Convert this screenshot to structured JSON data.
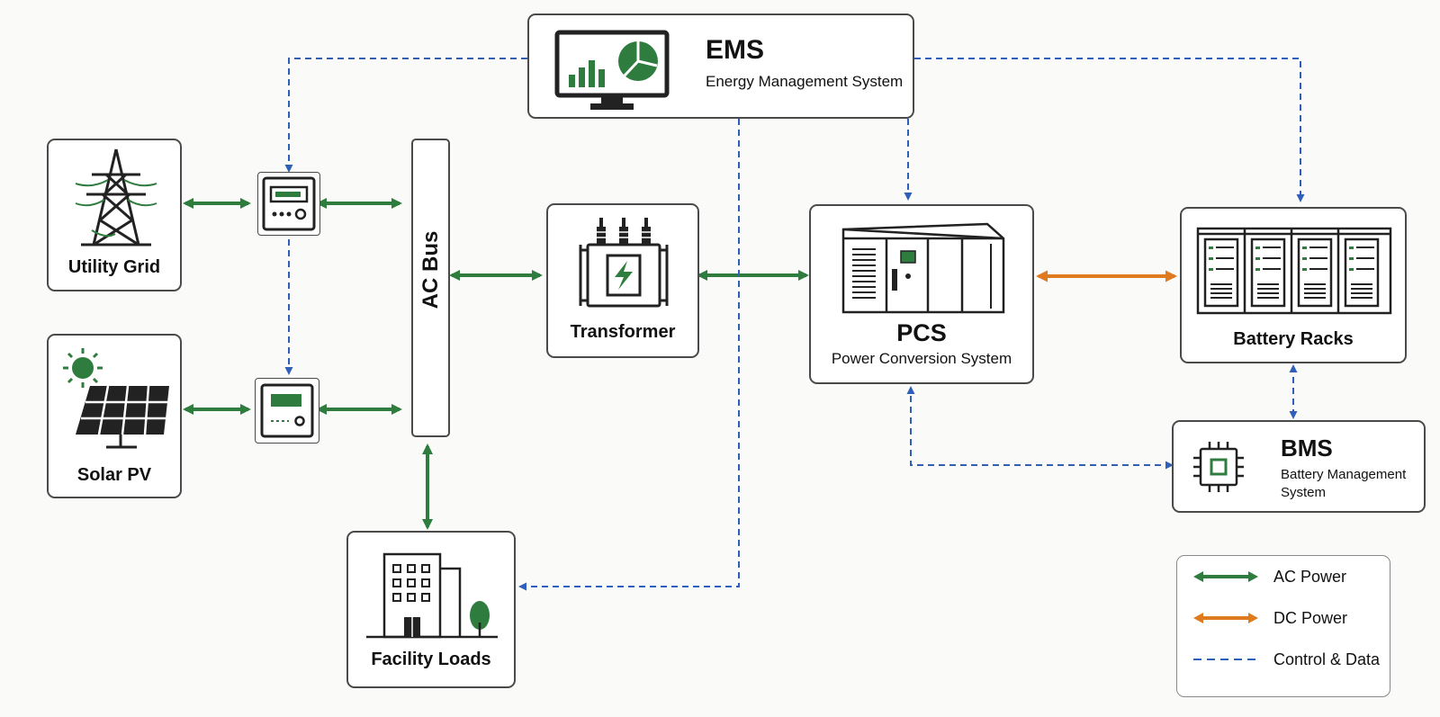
{
  "colors": {
    "ac_power": "#2f7d3e",
    "dc_power": "#e07a1f",
    "control": "#2f5fb8",
    "icon_green": "#2f7d3e",
    "outline": "#444444"
  },
  "nodes": {
    "ems": {
      "title": "EMS",
      "subtitle": "Energy Management System"
    },
    "utility_grid": {
      "label": "Utility Grid"
    },
    "solar_pv": {
      "label": "Solar PV"
    },
    "ac_bus": {
      "label": "AC Bus"
    },
    "transformer": {
      "label": "Transformer"
    },
    "pcs": {
      "title": "PCS",
      "subtitle": "Power Conversion System"
    },
    "battery_racks": {
      "label": "Battery Racks"
    },
    "bms": {
      "title": "BMS",
      "subtitle_line1": "Battery Management",
      "subtitle_line2": "System"
    },
    "facility_loads": {
      "label": "Facility Loads"
    }
  },
  "legend": {
    "items": [
      {
        "label": "AC Power",
        "kind": "ac"
      },
      {
        "label": "DC Power",
        "kind": "dc"
      },
      {
        "label": "Control & Data",
        "kind": "control"
      }
    ]
  }
}
